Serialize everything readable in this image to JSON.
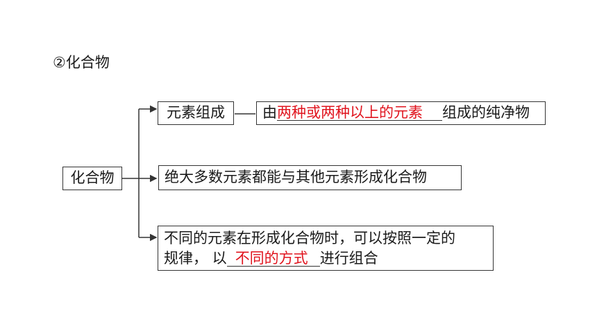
{
  "title": "②化合物",
  "root": {
    "label": "化合物"
  },
  "branches": [
    {
      "label": "元素组成",
      "definition": {
        "prefix": "由",
        "blank": "两种或两种以上的元素",
        "suffix": "组成的纯净物"
      }
    },
    {
      "text": "绝大多数元素都能与其他元素形成化合物"
    },
    {
      "line1": "不同的元素在形成化合物时，可以按照一定的",
      "line2_prefix": "规律， 以",
      "blank": "不同的方式",
      "line2_suffix": "进行组合"
    }
  ],
  "colors": {
    "answer": "#e0141e",
    "line": "#333333"
  }
}
